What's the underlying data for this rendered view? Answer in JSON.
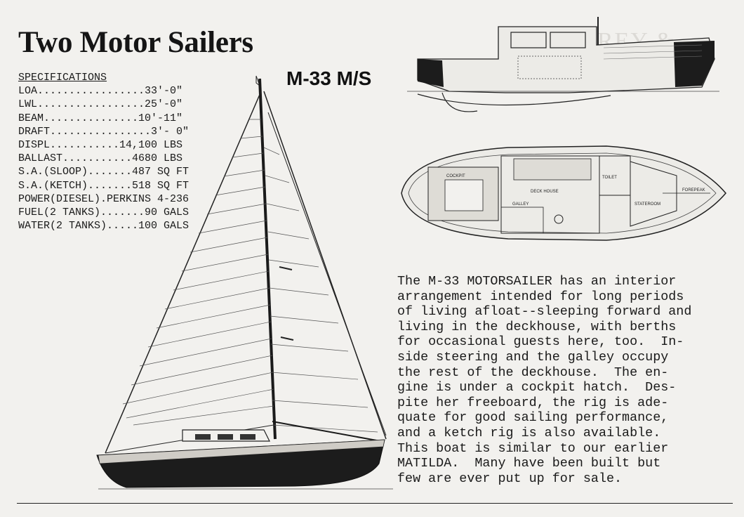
{
  "page": {
    "title": "Two Motor Sailers",
    "background_faint_text": "MONTEREY & ..."
  },
  "model": {
    "name": "M-33 M/S"
  },
  "specifications": {
    "heading": "SPECIFICATIONS",
    "rows": [
      "LOA.................33'-0\"",
      "LWL.................25'-0\"",
      "BEAM...............10'-11\"",
      "DRAFT................3'- 0\"",
      "DISPL...........14,100 LBS",
      "BALLAST...........4680 LBS",
      "S.A.(SLOOP).......487 SQ FT",
      "S.A.(KETCH).......518 SQ FT",
      "POWER(DIESEL).PERKINS 4-236",
      "FUEL(2 TANKS).......90 GALS",
      "WATER(2 TANKS).....100 GALS"
    ]
  },
  "description": {
    "lines": [
      "The M-33 MOTORSAILER has an interior",
      "arrangement intended for long periods",
      "of living afloat--sleeping forward and",
      "living in the deckhouse, with berths",
      "for occasional guests here, too.  In-",
      "side steering and the galley occupy",
      "the rest of the deckhouse.  The en-",
      "gine is under a cockpit hatch.  Des-",
      "pite her freeboard, the rig is ade-",
      "quate for good sailing performance,",
      "and a ketch rig is also available.",
      "This boat is similar to our earlier",
      "MATILDA.  Many have been built but",
      "few are ever put up for sale."
    ]
  },
  "plan_labels": {
    "cockpit": "COCKPIT",
    "deckhouse": "DECK HOUSE",
    "galley": "GALLEY",
    "toilet": "TOILET",
    "stateroom": "STATEROOM",
    "forepeak": "FOREPEAK"
  },
  "colors": {
    "paper": "#f2f1ee",
    "ink": "#1a1a1a",
    "hull_dark": "#1c1c1c"
  }
}
